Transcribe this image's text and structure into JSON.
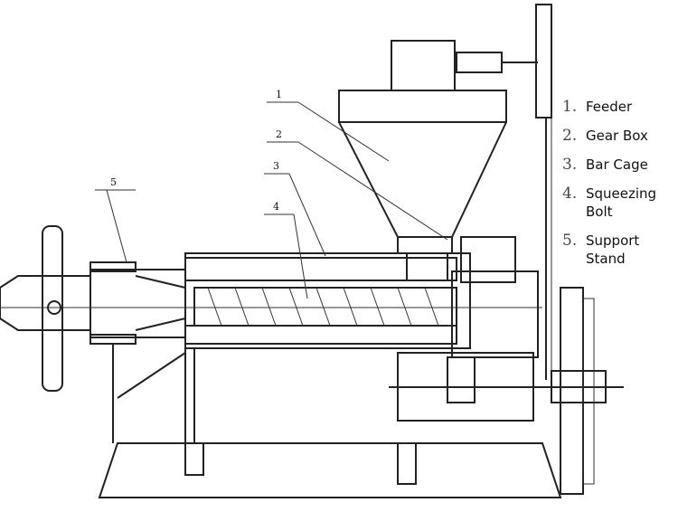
{
  "callouts": [
    "1",
    "2",
    "3",
    "4",
    "5"
  ],
  "legend": [
    {
      "num": "1.",
      "text": "Feeder"
    },
    {
      "num": "2.",
      "text": "Gear Box"
    },
    {
      "num": "3.",
      "text": "Bar Cage"
    },
    {
      "num": "4.",
      "text": "Squeezing Bolt"
    },
    {
      "num": "5.",
      "text": "Support Stand"
    }
  ]
}
